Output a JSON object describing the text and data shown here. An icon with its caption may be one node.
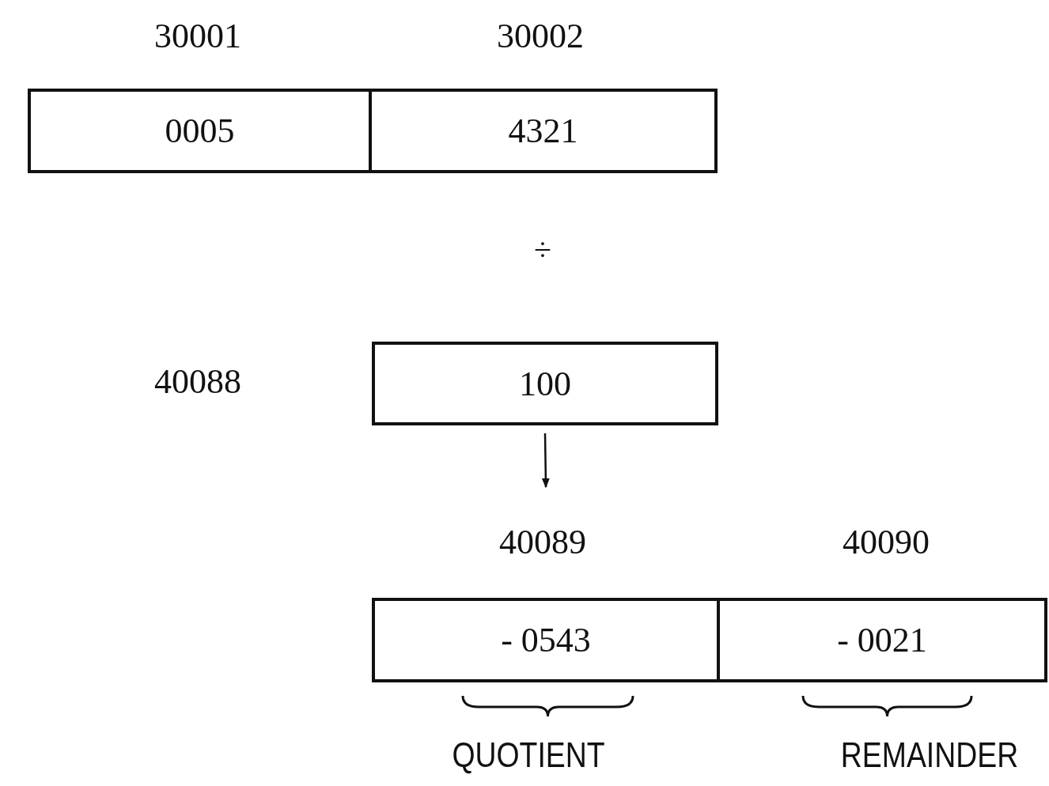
{
  "diagram": {
    "nodes": [
      {
        "text": [
          "0005"
        ],
        "beside": [
          "30001"
        ]
      },
      {
        "text": [
          "4321"
        ],
        "beside": [
          "30002"
        ]
      },
      {
        "text": [
          "100"
        ],
        "beside": [
          "40088"
        ]
      },
      {
        "text": [
          "- 0543"
        ],
        "beside": [
          "40089"
        ]
      },
      {
        "text": [
          "- 0021"
        ],
        "beside": [
          "40090"
        ]
      }
    ],
    "edges": [
      {
        "from": 2,
        "to": 3,
        "arrow": "to"
      }
    ],
    "labels": [
      "÷",
      "QUOTIENT",
      "REMAINDER"
    ]
  }
}
